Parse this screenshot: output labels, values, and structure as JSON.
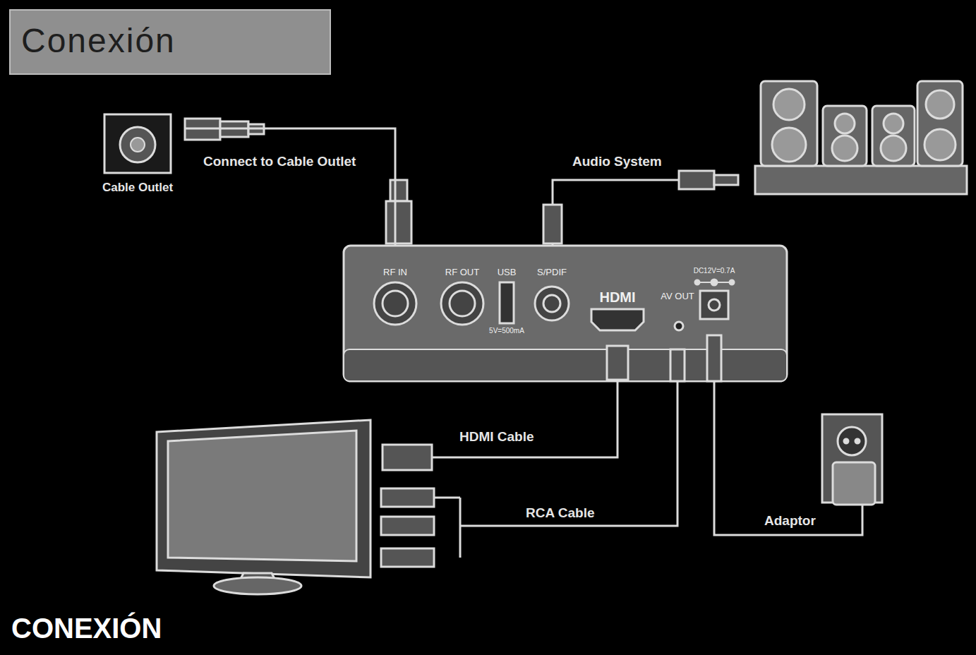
{
  "diagram": {
    "title": "Conexión",
    "caption": "CONEXIÓN",
    "nodes": [
      {
        "text": [
          "Cable Outlet"
        ]
      },
      {
        "text": [
          "RF IN",
          "RF OUT",
          "USB",
          "S/PDIF",
          "5V=500mA",
          "HDMI",
          "AV OUT",
          "DC12V=0.7A"
        ]
      }
    ],
    "edges": [
      {
        "from": 0,
        "to": 1,
        "arrow": "none",
        "label": "Connect to Cable Outlet"
      }
    ],
    "labels": [
      "Audio System",
      "HDMI Cable",
      "RCA Cable",
      "Adaptor"
    ]
  }
}
